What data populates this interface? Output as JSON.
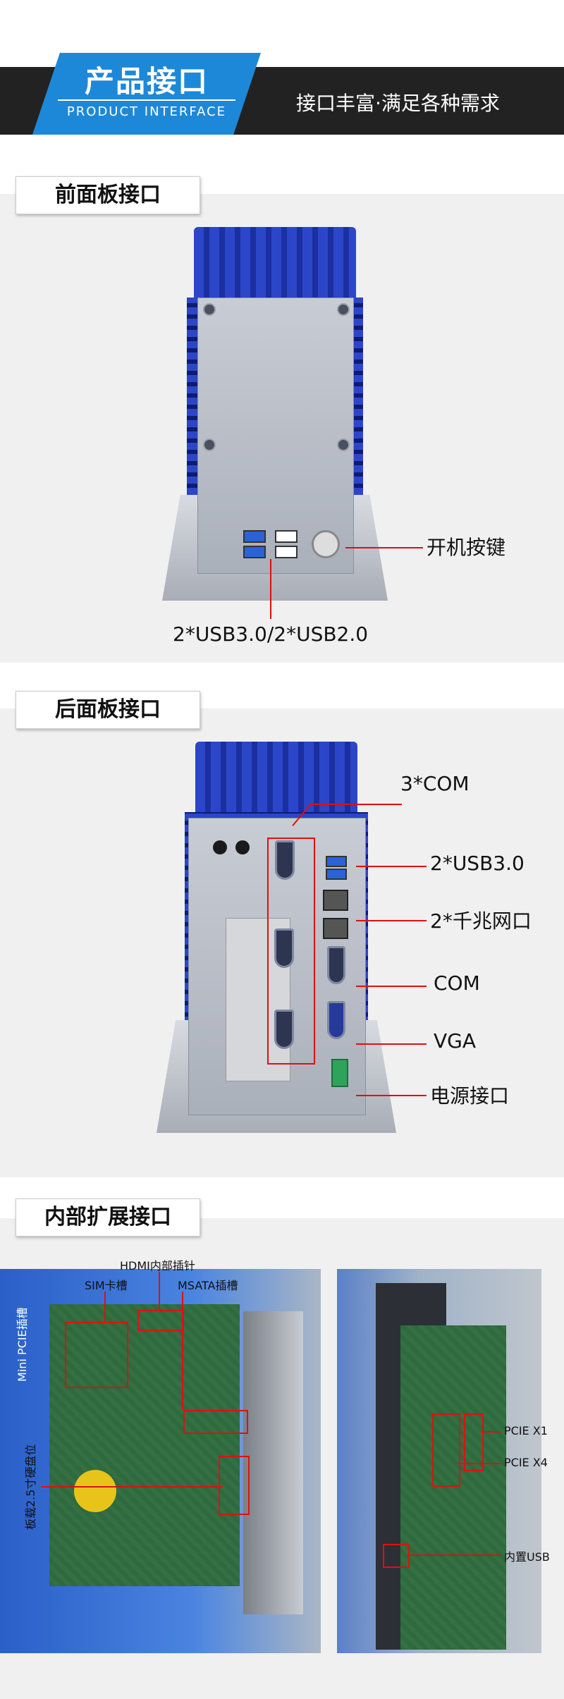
{
  "header": {
    "title": "产品接口",
    "subtitle": "PRODUCT INTERFACE",
    "tagline": "接口丰富·满足各种需求"
  },
  "sections": {
    "front": {
      "tab": "前面板接口",
      "labels": {
        "power_button": "开机按键",
        "usb": "2*USB3.0/2*USB2.0"
      }
    },
    "rear": {
      "tab": "后面板接口",
      "labels": {
        "com3": "3*COM",
        "usb3": "2*USB3.0",
        "lan": "2*千兆网口",
        "com": "COM",
        "vga": "VGA",
        "power": "电源接口"
      }
    },
    "internal": {
      "tab": "内部扩展接口",
      "labels": {
        "hdmi_header": "HDMI内部插针",
        "sim": "SIM卡槽",
        "msata": "MSATA插槽",
        "mini_pcie": "Mini PCIE插槽",
        "hdd": "板载2.5寸硬盘位",
        "pcie_x1": "PCIE X1",
        "pcie_x4": "PCIE X4",
        "internal_usb": "内置USB"
      }
    }
  },
  "colors": {
    "accent": "#1e88d8",
    "dark": "#222222",
    "callout": "#e01010",
    "chassis": "#2b46c9"
  }
}
